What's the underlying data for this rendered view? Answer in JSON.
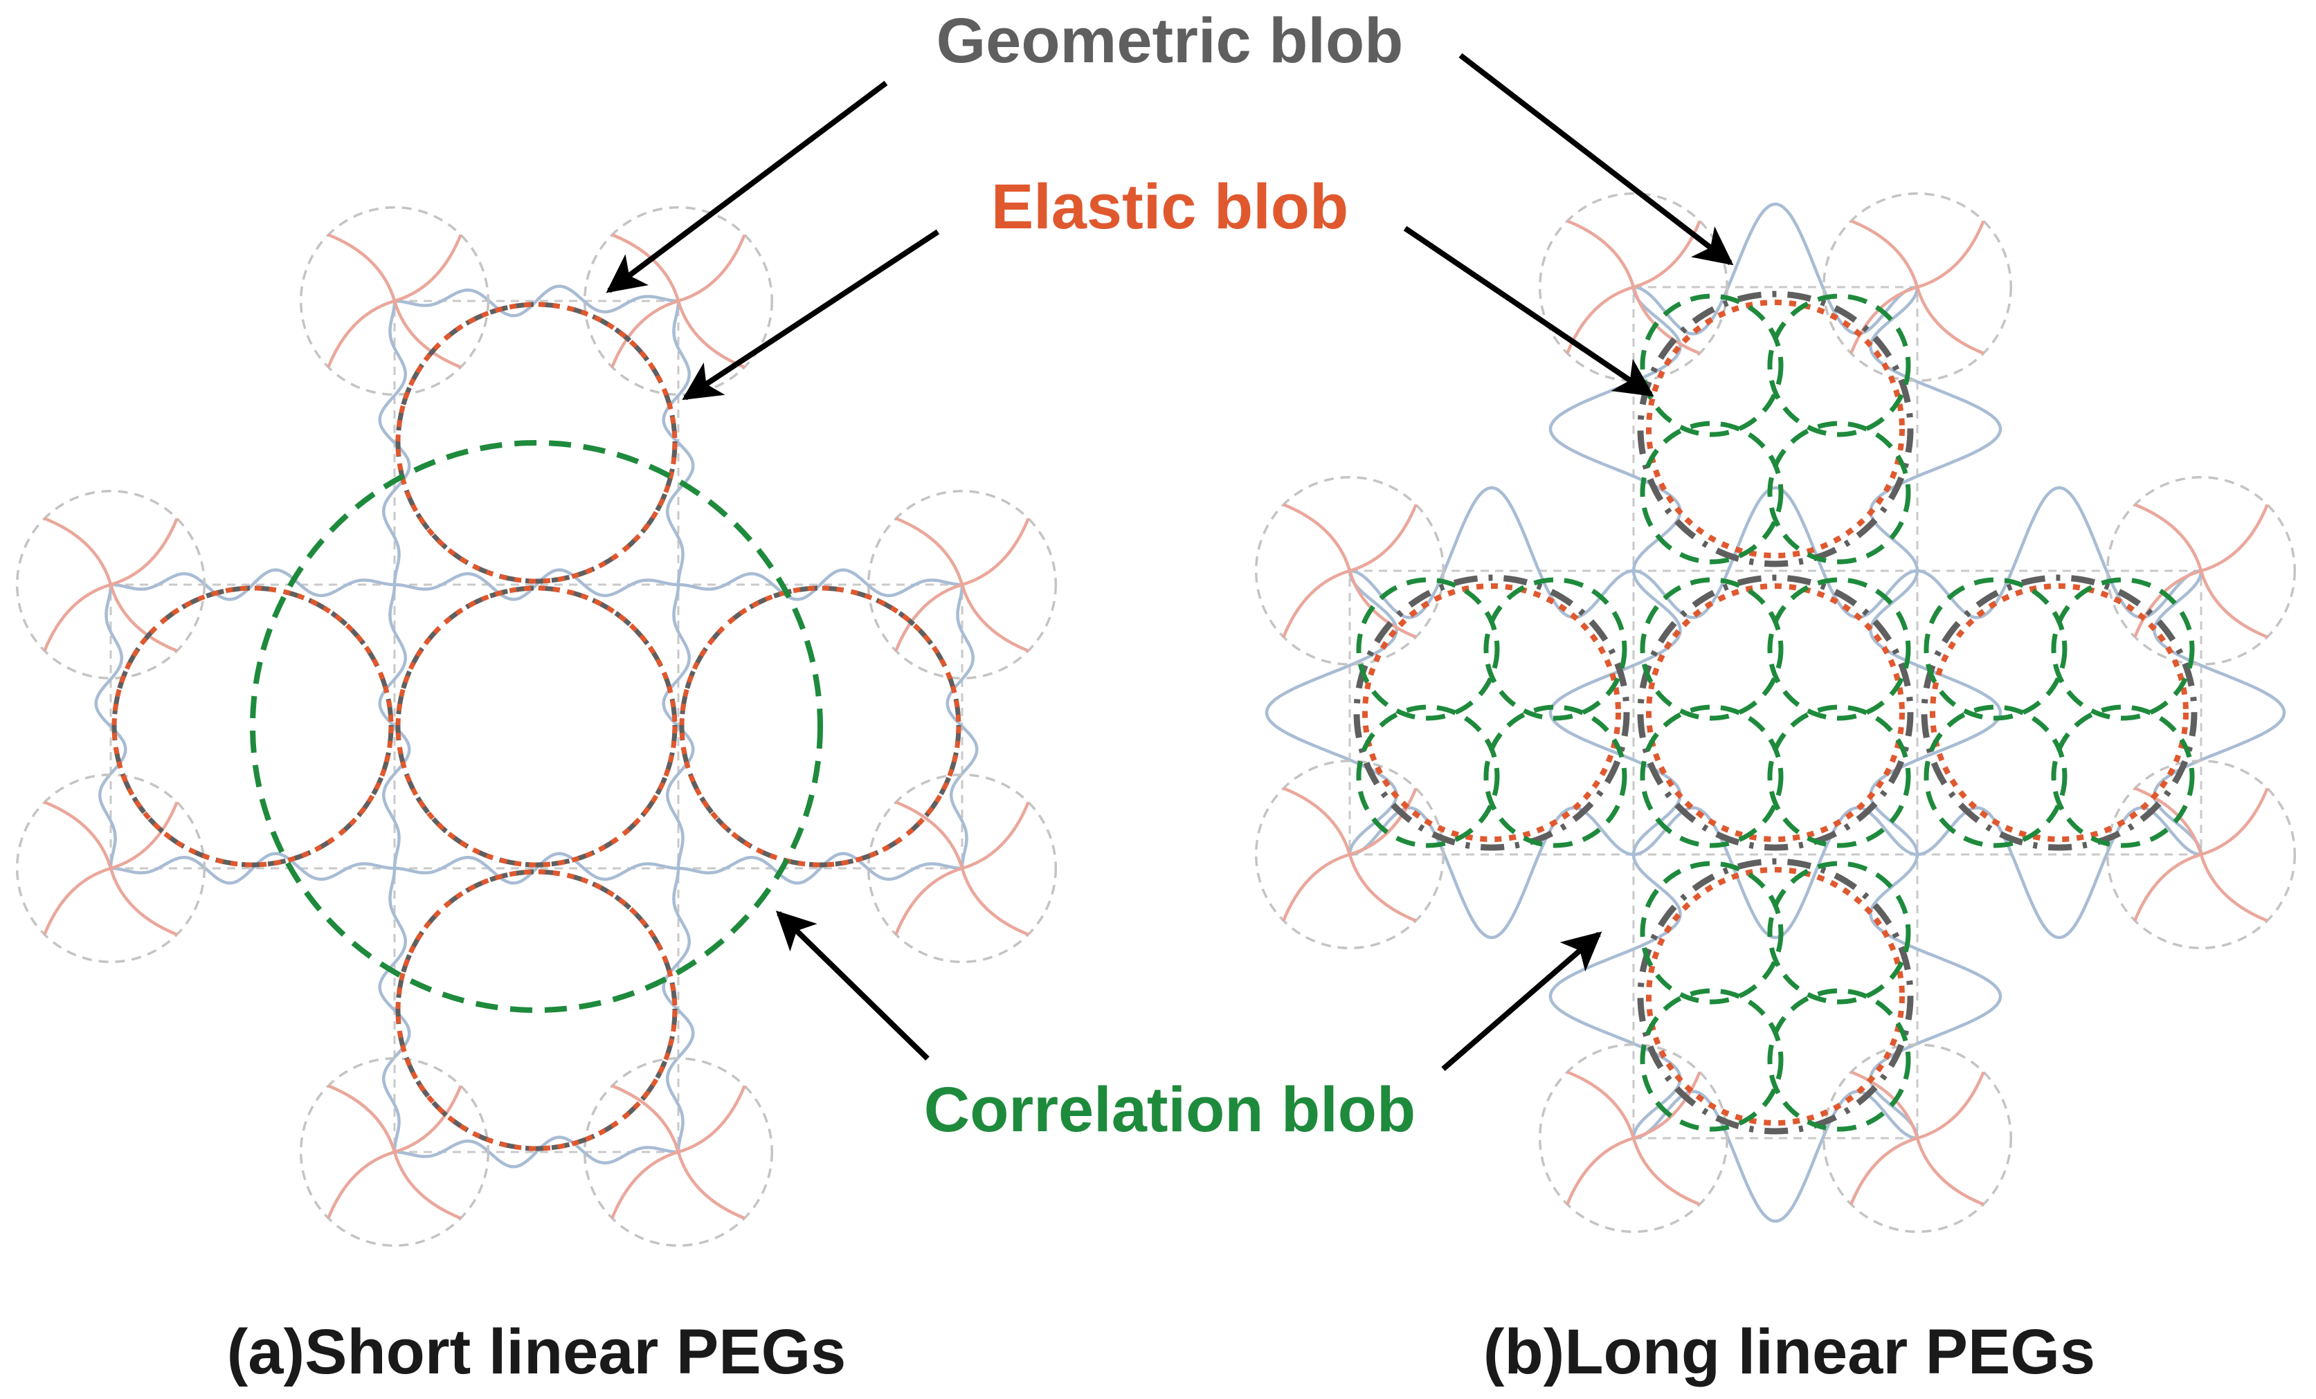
{
  "labels": {
    "geometric": "Geometric blob",
    "elastic": "Elastic blob",
    "correlation": "Correlation blob"
  },
  "captions": {
    "a": "(a)Short linear PEGs",
    "b": "(b)Long linear PEGs"
  },
  "colors": {
    "geometric": "#5f5f5f",
    "elastic": "#e0582e",
    "correlation": "#1e8a3c",
    "chain": "#a8bcd4",
    "crosslinker": "#eaa79b",
    "crosslinker_outline": "#c4c4c4",
    "grid": "#c9c9c9",
    "arrow": "#000000"
  }
}
